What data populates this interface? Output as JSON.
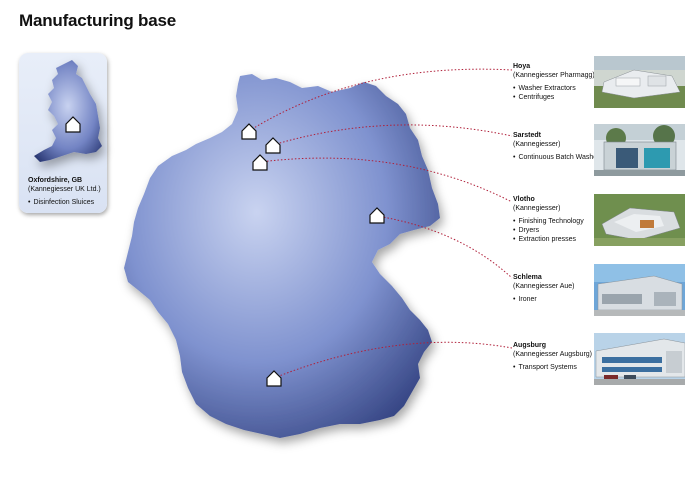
{
  "title": "Manufacturing base",
  "uk": {
    "location": "Oxfordshire, GB",
    "company": "(Kannegiesser UK Ltd.)",
    "products": [
      "Disinfection Sluices"
    ]
  },
  "sites": [
    {
      "name": "Hoya",
      "company": "(Kannegiesser Pharmagg)",
      "products": [
        "Washer Extractors",
        "Centrifuges"
      ]
    },
    {
      "name": "Sarstedt",
      "company": "(Kannegiesser)",
      "products": [
        "Continuous Batch Washers"
      ]
    },
    {
      "name": "Vlotho",
      "company": "(Kannegiesser)",
      "products": [
        "Finishing Technology",
        "Dryers",
        "Extraction presses"
      ]
    },
    {
      "name": "Schlema",
      "company": "(Kannegiesser Aue)",
      "products": [
        "Ironer"
      ]
    },
    {
      "name": "Augsburg",
      "company": "(Kannegiesser Augsburg)",
      "products": [
        "Transport Systems"
      ]
    }
  ],
  "colors": {
    "map_light": "#b9c5e9",
    "map_dark": "#2a3a78",
    "connector": "#b0203a"
  }
}
